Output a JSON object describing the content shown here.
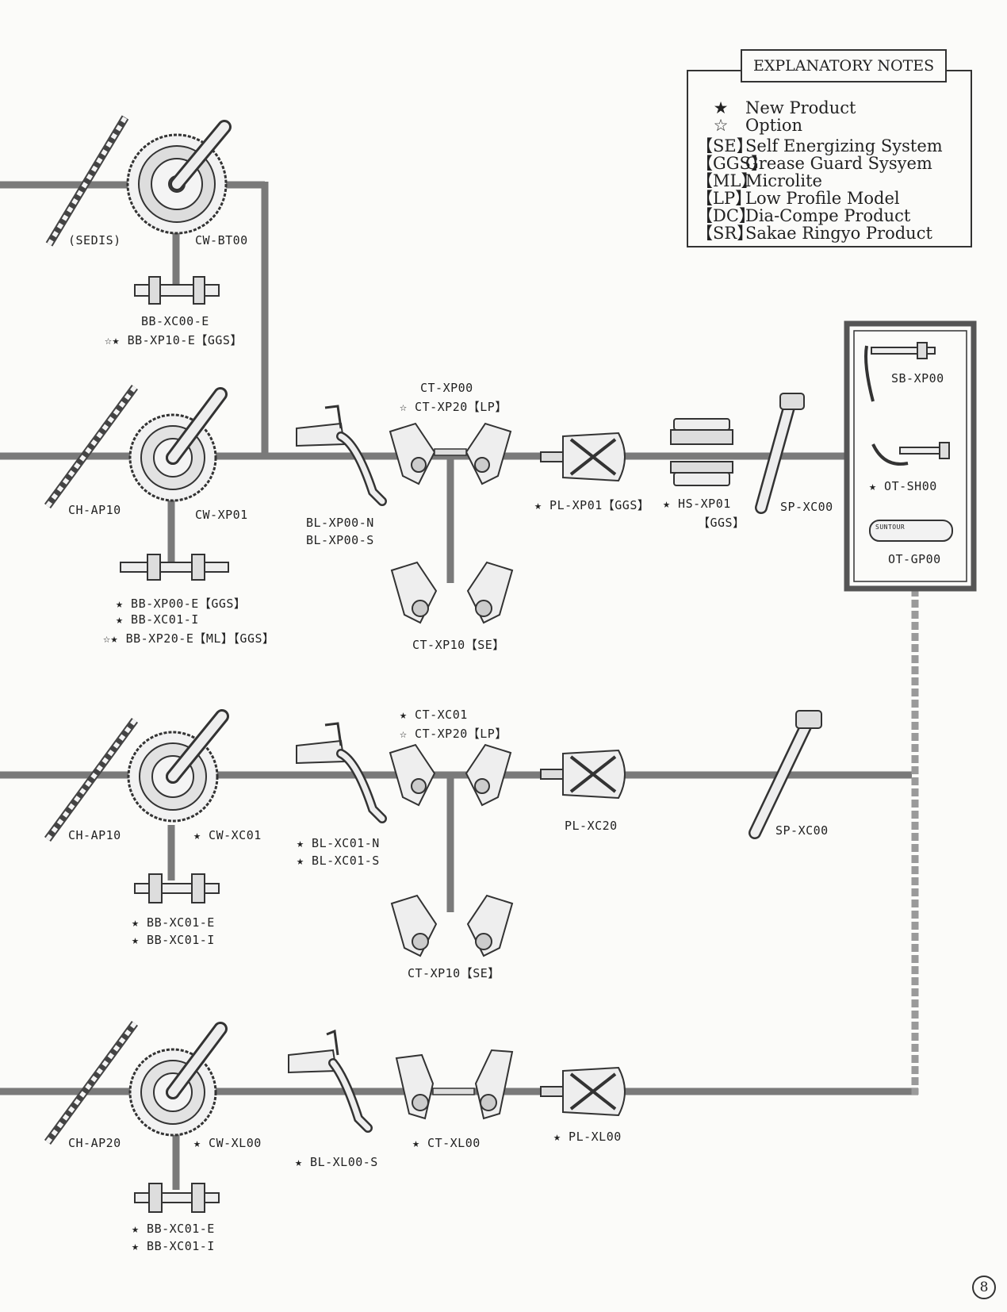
{
  "explanatory_notes": {
    "title": "EXPLANATORY NOTES",
    "rows": [
      {
        "symbol": "★",
        "text": "New Product"
      },
      {
        "symbol": "☆",
        "text": "Option"
      },
      {
        "symbol": "【SE】",
        "text": "Self Energizing System"
      },
      {
        "symbol": "【GGS】",
        "text": "Grease Guard Sysyem"
      },
      {
        "symbol": "【ML】",
        "text": "Microlite"
      },
      {
        "symbol": "【LP】",
        "text": "Low Profile Model"
      },
      {
        "symbol": "【DC】",
        "text": "Dia-Compe Product"
      },
      {
        "symbol": "【SR】",
        "text": "Sakae Ringyo Product"
      }
    ]
  },
  "row1": {
    "chain": "(SEDIS)",
    "crank": "CW-BT00",
    "bb_1": "BB-XC00-E",
    "bb_2": "☆★ BB-XP10-E【GGS】"
  },
  "row2": {
    "chain": "CH-AP10",
    "crank": "CW-XP01",
    "bb_1": "★ BB-XP00-E【GGS】",
    "bb_2": "★ BB-XC01-I",
    "bb_3": "☆★ BB-XP20-E【ML】【GGS】",
    "lever_1": "BL-XP00-N",
    "lever_2": "BL-XP00-S",
    "brake_top_1": "CT-XP00",
    "brake_top_2": "☆ CT-XP20【LP】",
    "brake_bottom": "CT-XP10【SE】",
    "pedal": "★ PL-XP01【GGS】",
    "headset_1": "★ HS-XP01",
    "headset_2": "【GGS】",
    "seatpost": "SP-XC00",
    "option_1": "SB-XP00",
    "option_2": "★ OT-SH00",
    "option_3": "OT-GP00",
    "grip_text": "SUNTOUR"
  },
  "row3": {
    "chain": "CH-AP10",
    "crank": "★ CW-XC01",
    "bb_1": "★ BB-XC01-E",
    "bb_2": "★ BB-XC01-I",
    "lever_1": "★ BL-XC01-N",
    "lever_2": "★ BL-XC01-S",
    "brake_top_1": "★ CT-XC01",
    "brake_top_2": "☆ CT-XP20【LP】",
    "brake_bottom": "CT-XP10【SE】",
    "pedal": "PL-XC20",
    "seatpost": "SP-XC00"
  },
  "row4": {
    "chain": "CH-AP20",
    "crank": "★ CW-XL00",
    "bb_1": "★ BB-XC01-E",
    "bb_2": "★ BB-XC01-I",
    "lever": "★ BL-XL00-S",
    "brake": "★ CT-XL00",
    "pedal": "★ PL-XL00"
  },
  "page_number": "8",
  "colors": {
    "line": "#7a7a7a",
    "ink": "#222222",
    "frame": "#555555"
  }
}
